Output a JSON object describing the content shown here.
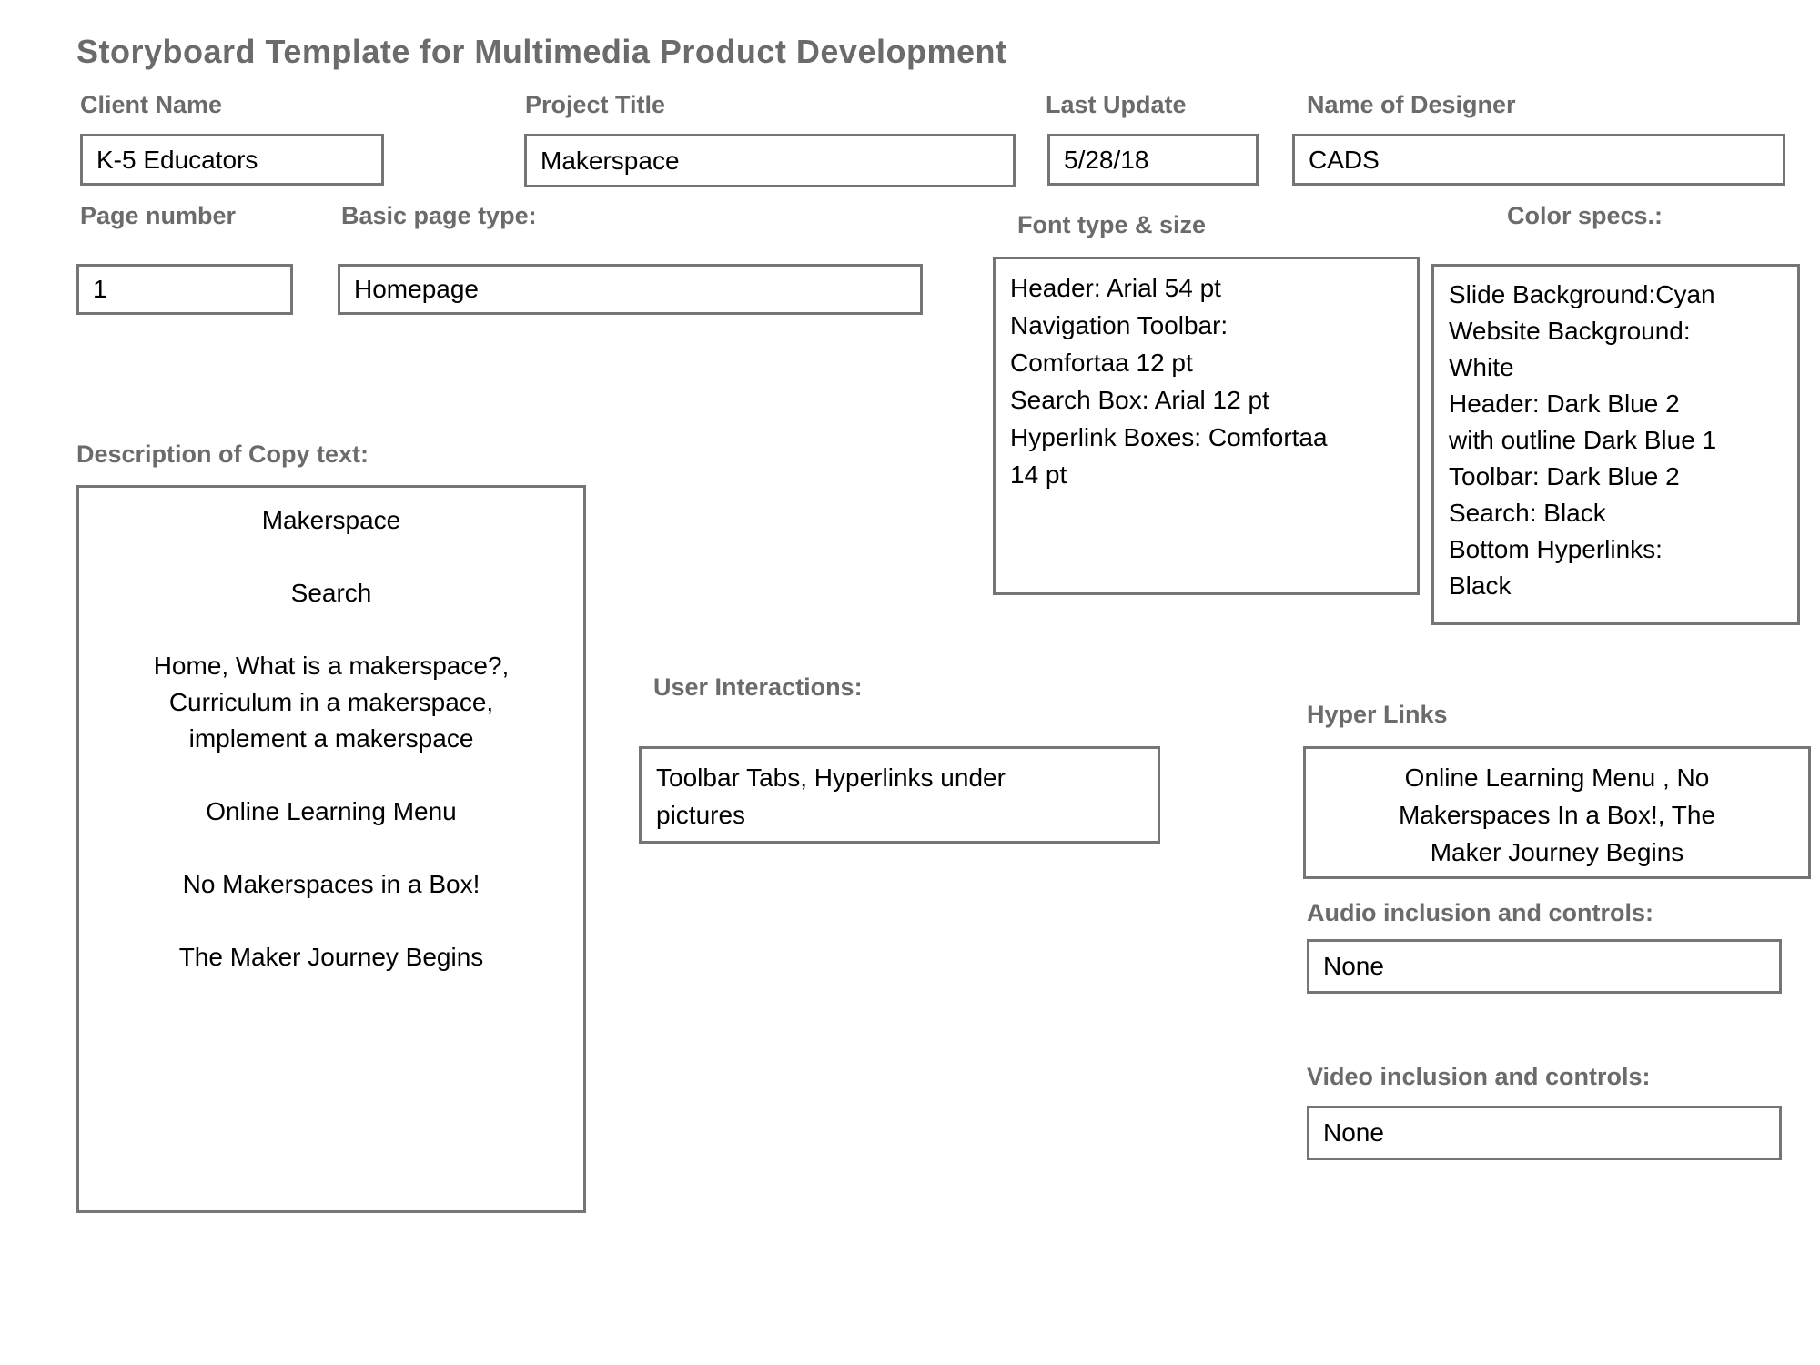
{
  "title": "Storyboard Template for Multimedia Product Development",
  "colors": {
    "label_gray": "#6b6b6b",
    "border_gray": "#757575",
    "value_black": "#000000",
    "background": "#ffffff"
  },
  "header_fields": {
    "client": {
      "label": "Client Name",
      "value": "K-5 Educators"
    },
    "project": {
      "label": "Project Title",
      "value": "Makerspace"
    },
    "last_update": {
      "label": "Last Update",
      "value": "5/28/18"
    },
    "designer": {
      "label": "Name of Designer",
      "value": "CADS"
    }
  },
  "page_fields": {
    "page_number": {
      "label": "Page number",
      "value": "1"
    },
    "page_type": {
      "label": "Basic page type:",
      "value": "Homepage"
    }
  },
  "font_specs": {
    "label": "Font type & size",
    "value": "Header: Arial 54 pt\nNavigation Toolbar:\nComfortaa 12 pt\nSearch Box: Arial 12 pt\nHyperlink Boxes: Comfortaa\n14 pt"
  },
  "color_specs": {
    "label": "Color specs.:",
    "value": "Slide Background:Cyan\nWebsite Background:\nWhite\nHeader: Dark Blue 2\nwith outline Dark Blue 1\nToolbar: Dark Blue 2\nSearch: Black\nBottom Hyperlinks:\nBlack"
  },
  "copy_text": {
    "label": "Description of Copy text:",
    "value": "Makerspace\n\nSearch\n\nHome, What is a makerspace?,\nCurriculum in a makerspace,\nimplement a makerspace\n\nOnline Learning Menu\n\nNo Makerspaces in a Box!\n\nThe Maker Journey Begins"
  },
  "user_interactions": {
    "label": "User Interactions:",
    "value": "Toolbar Tabs, Hyperlinks under\npictures"
  },
  "hyper_links": {
    "label": "Hyper Links",
    "value": "Online Learning Menu , No\nMakerspaces In a Box!, The\nMaker Journey Begins"
  },
  "audio": {
    "label": "Audio inclusion and controls:",
    "value": "None"
  },
  "video": {
    "label": "Video inclusion and controls:",
    "value": "None"
  }
}
